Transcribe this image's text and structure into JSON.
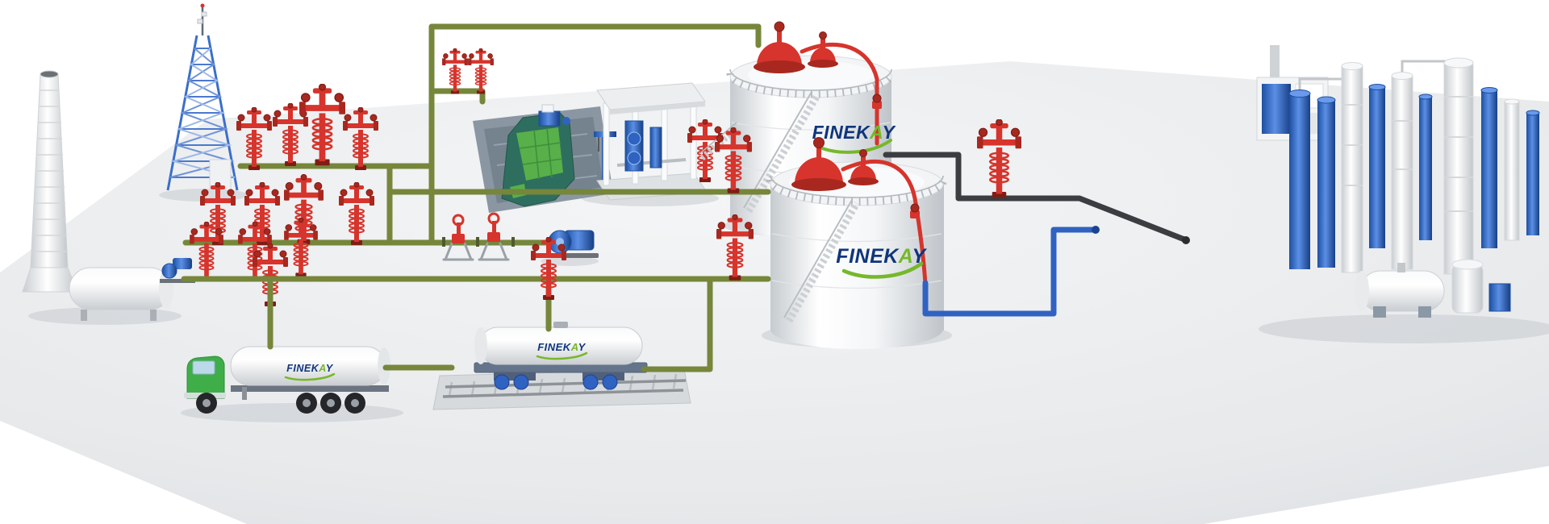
{
  "brand": {
    "name": "FINEKAY",
    "part1": "FINEK",
    "part2": "A",
    "part3": "Y"
  },
  "colors": {
    "brand_navy": "#10357c",
    "brand_green": "#76b82a",
    "pipe_green": "#76863b",
    "pipe_black": "#3b3d40",
    "pipe_blue": "#2f62c1",
    "valve_red": "#d6342c",
    "valve_red_dark": "#9c231d",
    "equipment_blue": "#2a63c8",
    "truck_green": "#3fae49",
    "ship_teal": "#2e6e5e",
    "ship_deck_green": "#57b04a",
    "water_gray": "#8a97a3",
    "ground_light": "#f1f2f4",
    "ground_dark": "#dcdfe2",
    "steel_light": "#f4f5f6",
    "steel_shadow": "#c7cbcf"
  },
  "equipment": {
    "flare_stack": "flare stack",
    "comms_tower": "lattice communications tower",
    "wellhead_tree": "wellhead christmas tree",
    "tanker_truck": "tanker truck",
    "valve_manifold": "valve manifold",
    "process_pump": "process pump",
    "loading_barge": "loading barge",
    "metering_station": "metering station",
    "rail_tank_car": "rail tank car",
    "storage_tank": "storage tank",
    "process_columns": "process columns"
  }
}
